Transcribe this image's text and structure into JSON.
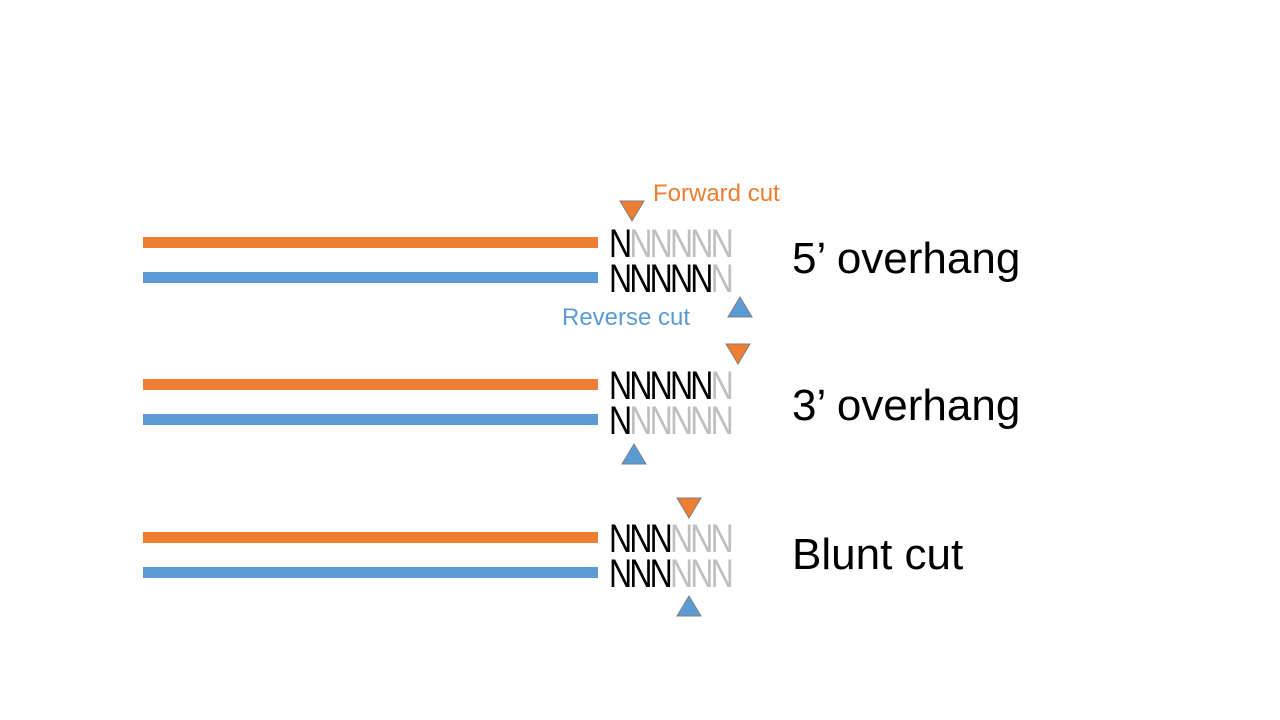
{
  "colors": {
    "forward": "#ED7D31",
    "reverse": "#5B9BD5",
    "cut_base": "#000000",
    "remaining_base": "#BFBFBF",
    "triangle_stroke": "#7F7F7F"
  },
  "annotations": {
    "forward_cut": "Forward cut",
    "reverse_cut": "Reverse cut"
  },
  "rows": [
    {
      "label": "5’ overhang",
      "forward_seq": [
        "N",
        "N",
        "N",
        "N",
        "N",
        "N"
      ],
      "forward_dark_count": 1,
      "reverse_seq": [
        "N",
        "N",
        "N",
        "N",
        "N",
        "N"
      ],
      "reverse_dark_count": 5
    },
    {
      "label": "3’ overhang",
      "forward_seq": [
        "N",
        "N",
        "N",
        "N",
        "N",
        "N"
      ],
      "forward_dark_count": 5,
      "reverse_seq": [
        "N",
        "N",
        "N",
        "N",
        "N",
        "N"
      ],
      "reverse_dark_count": 1
    },
    {
      "label": "Blunt cut",
      "forward_seq": [
        "N",
        "N",
        "N",
        "N",
        "N",
        "N"
      ],
      "forward_dark_count": 3,
      "reverse_seq": [
        "N",
        "N",
        "N",
        "N",
        "N",
        "N"
      ],
      "reverse_dark_count": 3
    }
  ]
}
